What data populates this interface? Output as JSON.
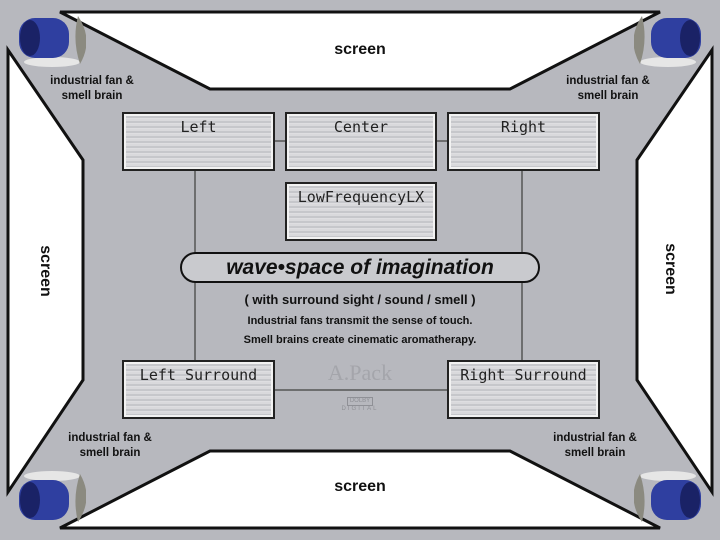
{
  "screens": {
    "top": "screen",
    "bottom": "screen",
    "left": "screen",
    "right": "screen"
  },
  "corner_label": "industrial fan & smell brain",
  "corner_label_line1": "industrial fan &",
  "corner_label_line2": "smell brain",
  "speakers": {
    "left": "Left",
    "center": "Center",
    "right": "Right",
    "lfe": "LowFrequencyLX",
    "left_surround": "Left Surround",
    "right_surround": "Right Surround"
  },
  "title": "wave•space of imagination",
  "subtitle": "( with surround sight / sound / smell )",
  "line1": "Industrial fans transmit the sense of touch.",
  "line2": "Smell brains create cinematic aromatherapy.",
  "logo": "A.Pack",
  "dolby": {
    "top": "DOLBY",
    "bottom": "DIGITAL"
  }
}
